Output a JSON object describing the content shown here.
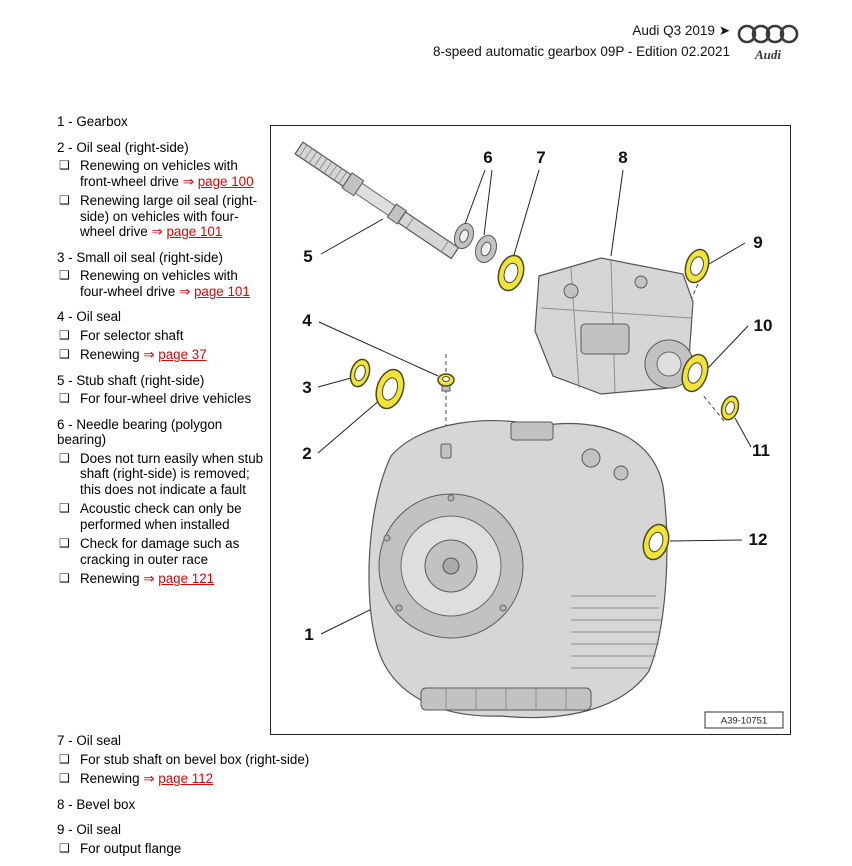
{
  "header": {
    "line1": "Audi Q3 2019 ➤",
    "line2": "8-speed automatic gearbox 09P - Edition 02.2021",
    "logo_text": "Audi"
  },
  "icons": {
    "checkbox_bullet": "❑",
    "ref_arrow": "⇒",
    "audi_rings": "four-overlapping-rings"
  },
  "colors": {
    "link_red": "#d20a0a",
    "seal_yellow": "#f2e23c"
  },
  "parts_list_left": [
    {
      "num": "1",
      "title": "Gearbox",
      "subitems": []
    },
    {
      "num": "2",
      "title": "Oil seal (right-side)",
      "subitems": [
        {
          "text": "Renewing on vehicles with front-wheel drive",
          "ref": "page 100"
        },
        {
          "text": "Renewing large oil seal (right-side) on vehicles with four-wheel drive",
          "ref": "page 101"
        }
      ]
    },
    {
      "num": "3",
      "title": "Small oil seal (right-side)",
      "subitems": [
        {
          "text": "Renewing on vehicles with four-wheel drive",
          "ref": "page 101"
        }
      ]
    },
    {
      "num": "4",
      "title": "Oil seal",
      "subitems": [
        {
          "text": "For selector shaft"
        },
        {
          "text": "Renewing",
          "ref": "page 37"
        }
      ]
    },
    {
      "num": "5",
      "title": "Stub shaft (right-side)",
      "subitems": [
        {
          "text": "For four-wheel drive ve­hicles"
        }
      ]
    },
    {
      "num": "6",
      "title": "Needle bearing (polygon bearing)",
      "subitems": [
        {
          "text": "Does not turn easily when stub shaft (right-side) is removed; this does not indicate a fault"
        },
        {
          "text": "Acoustic check can on­ly be performed when installed"
        },
        {
          "text": "Check for damage such as cracking in outer race"
        },
        {
          "text": "Renewing",
          "ref": "page 121"
        }
      ]
    }
  ],
  "parts_list_bottom": [
    {
      "num": "7",
      "title": "Oil seal",
      "subitems": [
        {
          "text": "For stub shaft on bevel box (right-side)"
        },
        {
          "text": "Renewing",
          "ref": "page 112"
        }
      ]
    },
    {
      "num": "8",
      "title": "Bevel box",
      "subitems": []
    },
    {
      "num": "9",
      "title": "Oil seal",
      "subitems": [
        {
          "text": "For output flange"
        }
      ]
    }
  ],
  "diagram": {
    "callouts": [
      "1",
      "2",
      "3",
      "4",
      "5",
      "6",
      "7",
      "8",
      "9",
      "10",
      "11",
      "12"
    ],
    "figure_code": "A39-10751"
  }
}
